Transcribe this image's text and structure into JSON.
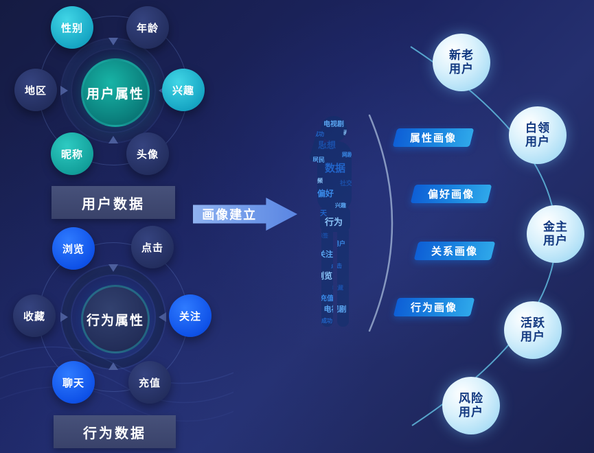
{
  "colors": {
    "background_start": "#151b42",
    "background_end": "#1a2150",
    "accent_cyan": "#2ab9cf",
    "accent_teal": "#12958e",
    "accent_blue": "#1460ee",
    "dark_node": "#28356a",
    "pill_gradient_start": "#0e5fd6",
    "pill_gradient_end": "#2fa8ea",
    "segment_text": "#11377f",
    "arrow_fill": "#6d97e8"
  },
  "hub_user": {
    "center_label": "用户属性",
    "caption": "用户数据",
    "satellites": [
      {
        "label": "性别"
      },
      {
        "label": "年龄"
      },
      {
        "label": "地区"
      },
      {
        "label": "兴趣"
      },
      {
        "label": "昵称"
      },
      {
        "label": "头像"
      }
    ]
  },
  "hub_behavior": {
    "center_label": "行为属性",
    "caption": "行为数据",
    "satellites": [
      {
        "label": "浏览"
      },
      {
        "label": "点击"
      },
      {
        "label": "收藏"
      },
      {
        "label": "关注"
      },
      {
        "label": "聊天"
      },
      {
        "label": "充值"
      }
    ]
  },
  "arrow_label": "画像建立",
  "wordcloud_words": [
    "电视剧",
    "成功",
    "画像",
    "思想",
    "网剧",
    "居民",
    "数据",
    "视频",
    "社交",
    "偏好",
    "兴趣",
    "聊天",
    "行为",
    "标签",
    "用户",
    "关注",
    "点击",
    "浏览",
    "收藏",
    "充值"
  ],
  "portrait_tags": [
    "属性画像",
    "偏好画像",
    "关系画像",
    "行为画像"
  ],
  "user_segments": [
    {
      "line1": "新老",
      "line2": "用户"
    },
    {
      "line1": "白领",
      "line2": "用户"
    },
    {
      "line1": "金主",
      "line2": "用户"
    },
    {
      "line1": "活跃",
      "line2": "用户"
    },
    {
      "line1": "风险",
      "line2": "用户"
    }
  ]
}
